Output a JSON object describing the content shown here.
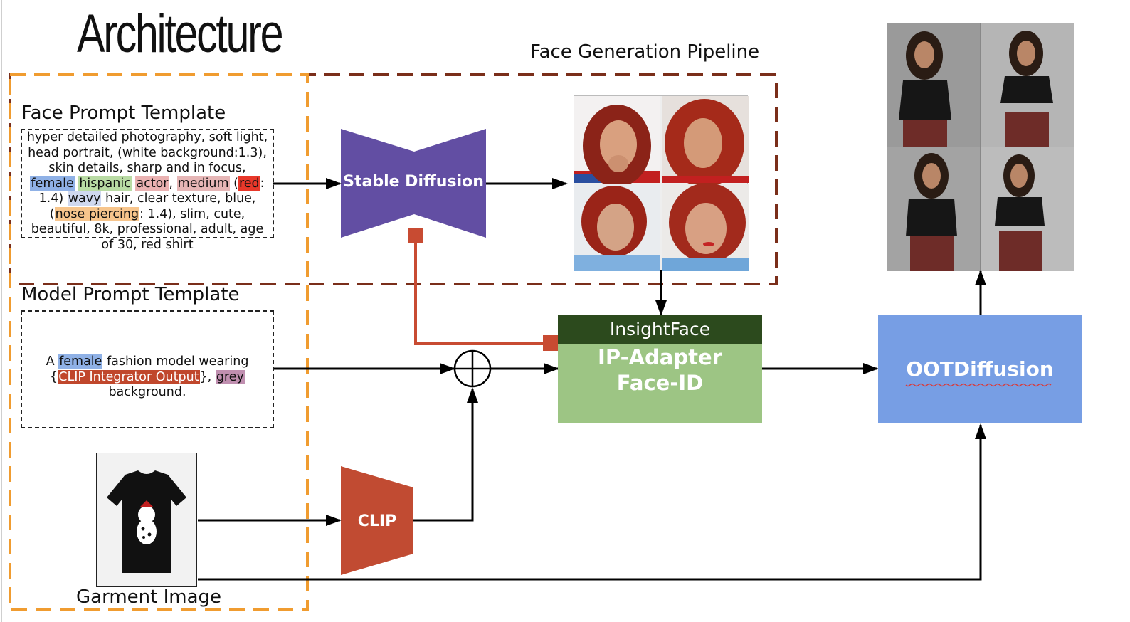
{
  "title": "Architecture",
  "pipeline_label": "Face Generation Pipeline",
  "face_prompt": {
    "label": "Face Prompt Template",
    "segments": [
      {
        "text": "hyper detailed photography, soft light, head portrait, (white background:1.3), skin details, sharp and in focus, ",
        "bg": ""
      },
      {
        "text": "female",
        "bg": "#8fb1e6"
      },
      {
        "text": " ",
        "bg": ""
      },
      {
        "text": "hispanic",
        "bg": "#b9dba4"
      },
      {
        "text": " ",
        "bg": ""
      },
      {
        "text": "actor",
        "bg": "#eab2b2"
      },
      {
        "text": ", ",
        "bg": ""
      },
      {
        "text": "medium",
        "bg": "#e6b6b6"
      },
      {
        "text": " (",
        "bg": ""
      },
      {
        "text": "red",
        "bg": "#e8382a"
      },
      {
        "text": ": 1.4) ",
        "bg": ""
      },
      {
        "text": "wavy",
        "bg": "#cfd8ef"
      },
      {
        "text": " hair, clear texture, blue, (",
        "bg": ""
      },
      {
        "text": "nose piercing",
        "bg": "#f7c58c"
      },
      {
        "text": ": 1.4), slim, cute, beautiful, 8k, professional, adult, age of 30, red shirt",
        "bg": ""
      }
    ]
  },
  "model_prompt": {
    "label": "Model Prompt Template",
    "segments": [
      {
        "text": "A ",
        "bg": "",
        "color": "#111"
      },
      {
        "text": "female",
        "bg": "#8fb1e6",
        "color": "#111"
      },
      {
        "text": " fashion model wearing {",
        "bg": "",
        "color": "#111"
      },
      {
        "text": "CLIP Integrator Output",
        "bg": "#c0472c",
        "color": "#ffffff"
      },
      {
        "text": "}, ",
        "bg": "",
        "color": "#111"
      },
      {
        "text": "grey",
        "bg": "#c08fb0",
        "color": "#111"
      },
      {
        "text": " background.",
        "bg": "",
        "color": "#111"
      }
    ]
  },
  "blocks": {
    "stable_diffusion": "Stable Diffusion",
    "clip": "CLIP",
    "insightface": "InsightFace",
    "ip_adapter_line1": "IP-Adapter",
    "ip_adapter_line2": "Face-ID",
    "ootdiffusion": "OOTDiffusion"
  },
  "garment_label": "Garment Image",
  "colors": {
    "stable_diffusion": "#624ea3",
    "clip": "#c14b32",
    "insightface": "#2c4a1d",
    "ip_adapter": "#9dc584",
    "ootdiffusion": "#779ee4",
    "pipeline_border": "#7a2e1a",
    "template_border": "#f09c30",
    "connector_red": "#c84b32"
  }
}
